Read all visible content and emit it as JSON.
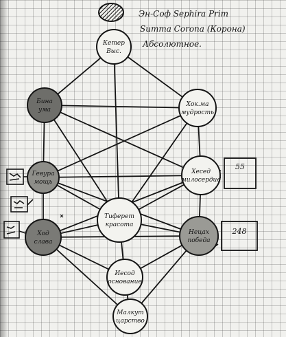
{
  "header": {
    "line1": "Эн-Соф Sephira Prim",
    "line2": "Summa Corona (Корона)",
    "line3": "Абсолютное."
  },
  "nodes": [
    {
      "id": "keter",
      "line1": "Кетер",
      "line2": "Выс."
    },
    {
      "id": "binah",
      "line1": "Бина",
      "line2": "ума"
    },
    {
      "id": "chokhmah",
      "line1": "Хок.ма",
      "line2": "мудрость"
    },
    {
      "id": "gevurah",
      "line1": "Гевура",
      "line2": "мощь"
    },
    {
      "id": "chesed",
      "line1": "Хесед",
      "line2": "милосердие"
    },
    {
      "id": "tiferet",
      "line1": "Тиферет",
      "line2": "красота"
    },
    {
      "id": "hod",
      "line1": "Ход",
      "line2": "слава"
    },
    {
      "id": "netzach",
      "line1": "Нецах",
      "line2": "победа"
    },
    {
      "id": "yesod",
      "line1": "Иесод",
      "line2": "основание"
    },
    {
      "id": "malkhut",
      "line1": "Малкут",
      "line2": "царство"
    }
  ],
  "boxes": [
    {
      "id": "chesed-box",
      "text": "55"
    },
    {
      "id": "netzach-box",
      "text": "248"
    }
  ],
  "ink_color": "#151515"
}
